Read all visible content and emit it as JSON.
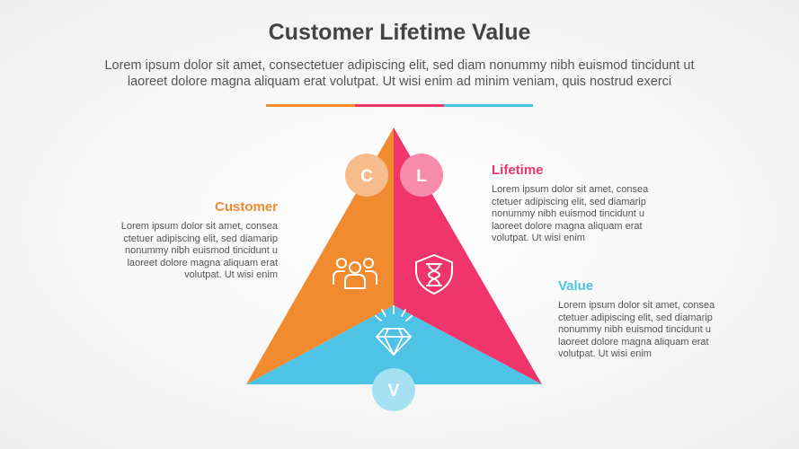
{
  "header": {
    "title": "Customer Lifetime Value",
    "subtitle_line1": "Lorem ipsum dolor sit amet, consectetuer adipiscing elit, sed diam nonummy nibh euismod tincidunt ut",
    "subtitle_line2": "laoreet dolore magna aliquam erat volutpat. Ut wisi enim ad minim veniam, quis nostrud exerci"
  },
  "colors": {
    "customer": "#f28a30",
    "lifetime": "#ef3569",
    "value": "#4fc3e6",
    "customer_light": "#f7bc8c",
    "lifetime_light": "#f68bac",
    "value_light": "#a6e1f3"
  },
  "segments": {
    "customer": {
      "heading": "Customer",
      "letter": "C",
      "icon": "people-group-icon",
      "lines": [
        "Lorem ipsum dolor sit amet, consea",
        "ctetuer adipiscing elit, sed diamarip",
        "nonummy nibh euismod tincidunt u",
        "laoreet dolore magna aliquam erat",
        "volutpat. Ut wisi enim"
      ]
    },
    "lifetime": {
      "heading": "Lifetime",
      "letter": "L",
      "icon": "hourglass-shield-icon",
      "lines": [
        "Lorem ipsum dolor sit amet, consea",
        "ctetuer adipiscing elit, sed diamarip",
        "nonummy nibh euismod tincidunt u",
        "laoreet dolore magna aliquam erat",
        "volutpat. Ut wisi enim"
      ]
    },
    "value": {
      "heading": "Value",
      "letter": "V",
      "icon": "diamond-icon",
      "lines": [
        "Lorem ipsum dolor sit amet, consea",
        "ctetuer adipiscing elit, sed diamarip",
        "nonummy nibh euismod tincidunt u",
        "laoreet dolore magna aliquam erat",
        "volutpat. Ut wisi enim"
      ]
    }
  }
}
